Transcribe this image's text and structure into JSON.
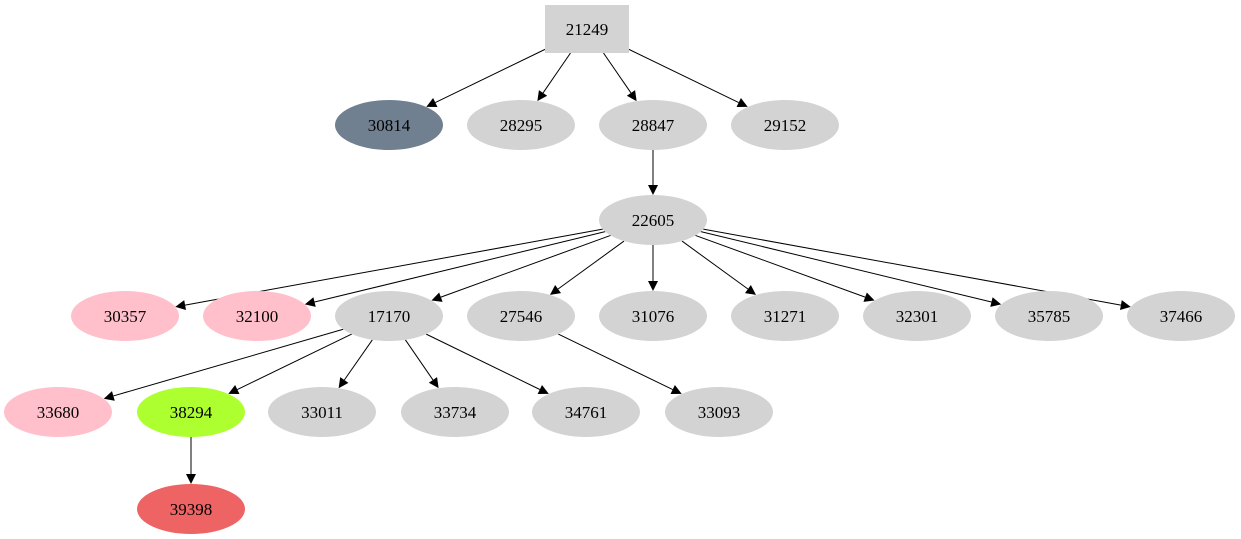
{
  "graph": {
    "nodes": [
      {
        "id": "21249",
        "label": "21249",
        "shape": "box",
        "color": "#d3d3d3"
      },
      {
        "id": "30814",
        "label": "30814",
        "shape": "ellipse",
        "color": "#708090"
      },
      {
        "id": "28295",
        "label": "28295",
        "shape": "ellipse",
        "color": "#d3d3d3"
      },
      {
        "id": "28847",
        "label": "28847",
        "shape": "ellipse",
        "color": "#d3d3d3"
      },
      {
        "id": "29152",
        "label": "29152",
        "shape": "ellipse",
        "color": "#d3d3d3"
      },
      {
        "id": "22605",
        "label": "22605",
        "shape": "ellipse",
        "color": "#d3d3d3"
      },
      {
        "id": "30357",
        "label": "30357",
        "shape": "ellipse",
        "color": "#ffc0cb"
      },
      {
        "id": "32100",
        "label": "32100",
        "shape": "ellipse",
        "color": "#ffc0cb"
      },
      {
        "id": "17170",
        "label": "17170",
        "shape": "ellipse",
        "color": "#d3d3d3"
      },
      {
        "id": "27546",
        "label": "27546",
        "shape": "ellipse",
        "color": "#d3d3d3"
      },
      {
        "id": "31076",
        "label": "31076",
        "shape": "ellipse",
        "color": "#d3d3d3"
      },
      {
        "id": "31271",
        "label": "31271",
        "shape": "ellipse",
        "color": "#d3d3d3"
      },
      {
        "id": "32301",
        "label": "32301",
        "shape": "ellipse",
        "color": "#d3d3d3"
      },
      {
        "id": "35785",
        "label": "35785",
        "shape": "ellipse",
        "color": "#d3d3d3"
      },
      {
        "id": "37466",
        "label": "37466",
        "shape": "ellipse",
        "color": "#d3d3d3"
      },
      {
        "id": "33680",
        "label": "33680",
        "shape": "ellipse",
        "color": "#ffc0cb"
      },
      {
        "id": "38294",
        "label": "38294",
        "shape": "ellipse",
        "color": "#adff2f"
      },
      {
        "id": "33011",
        "label": "33011",
        "shape": "ellipse",
        "color": "#d3d3d3"
      },
      {
        "id": "33734",
        "label": "33734",
        "shape": "ellipse",
        "color": "#d3d3d3"
      },
      {
        "id": "34761",
        "label": "34761",
        "shape": "ellipse",
        "color": "#d3d3d3"
      },
      {
        "id": "33093",
        "label": "33093",
        "shape": "ellipse",
        "color": "#d3d3d3"
      },
      {
        "id": "39398",
        "label": "39398",
        "shape": "ellipse",
        "color": "#ee6363"
      }
    ],
    "edges": [
      [
        "21249",
        "30814"
      ],
      [
        "21249",
        "28295"
      ],
      [
        "21249",
        "28847"
      ],
      [
        "21249",
        "29152"
      ],
      [
        "28847",
        "22605"
      ],
      [
        "22605",
        "30357"
      ],
      [
        "22605",
        "32100"
      ],
      [
        "22605",
        "17170"
      ],
      [
        "22605",
        "27546"
      ],
      [
        "22605",
        "31076"
      ],
      [
        "22605",
        "31271"
      ],
      [
        "22605",
        "32301"
      ],
      [
        "22605",
        "35785"
      ],
      [
        "22605",
        "37466"
      ],
      [
        "17170",
        "33680"
      ],
      [
        "17170",
        "38294"
      ],
      [
        "17170",
        "33011"
      ],
      [
        "17170",
        "33734"
      ],
      [
        "17170",
        "34761"
      ],
      [
        "27546",
        "33093"
      ],
      [
        "38294",
        "39398"
      ]
    ]
  }
}
